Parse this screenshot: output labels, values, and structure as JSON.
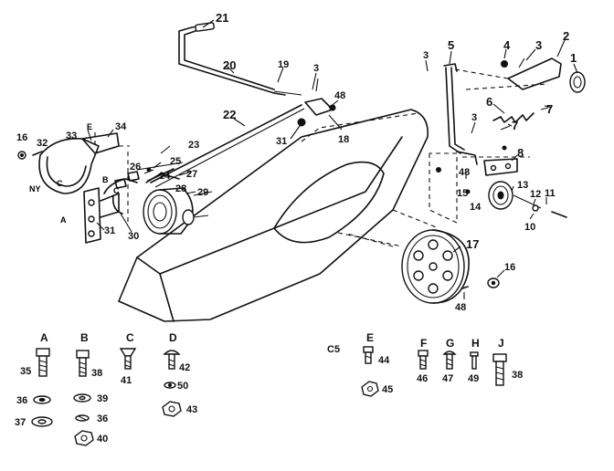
{
  "callouts": {
    "n1": "1",
    "n2": "2",
    "n3a": "3",
    "n3b": "3",
    "n3c": "3",
    "n3d": "3",
    "n4": "4",
    "n5": "5",
    "n6": "6",
    "n7a": "7",
    "n7b": "7",
    "n8": "8",
    "n10": "10",
    "n11": "11",
    "n12": "12",
    "n13": "13",
    "n14": "14",
    "n15": "15",
    "n16a": "16",
    "n16b": "16",
    "n17": "17",
    "n18": "18",
    "n19": "19",
    "n20": "20",
    "n21": "21",
    "n22": "22",
    "n23": "23",
    "n24": "24",
    "n25": "25",
    "n26": "26",
    "n27": "27",
    "n28": "28",
    "n29": "29",
    "n30": "30",
    "n31": "31",
    "n31b": "31",
    "n32": "32",
    "n33": "33",
    "n34": "34",
    "n48a": "48",
    "n48b": "48",
    "n48c": "48",
    "e1": "E",
    "e2": "E",
    "b1": "B",
    "c1": "C",
    "a1": "A",
    "ny": "NY",
    "cc": "C"
  },
  "hardware_letters": [
    "A",
    "B",
    "C",
    "D",
    "E",
    "F",
    "G",
    "H",
    "J"
  ],
  "hardware_numbers": {
    "h35": "35",
    "h36a": "36",
    "h37": "37",
    "h38": "38",
    "h39": "39",
    "h36b": "36",
    "h40": "40",
    "h41": "41",
    "h42": "42",
    "h50": "50",
    "h43": "43",
    "h44": "44",
    "h45": "45",
    "h46": "46",
    "h47": "47",
    "h49": "49",
    "h38b": "38"
  },
  "model_tag": "C5"
}
